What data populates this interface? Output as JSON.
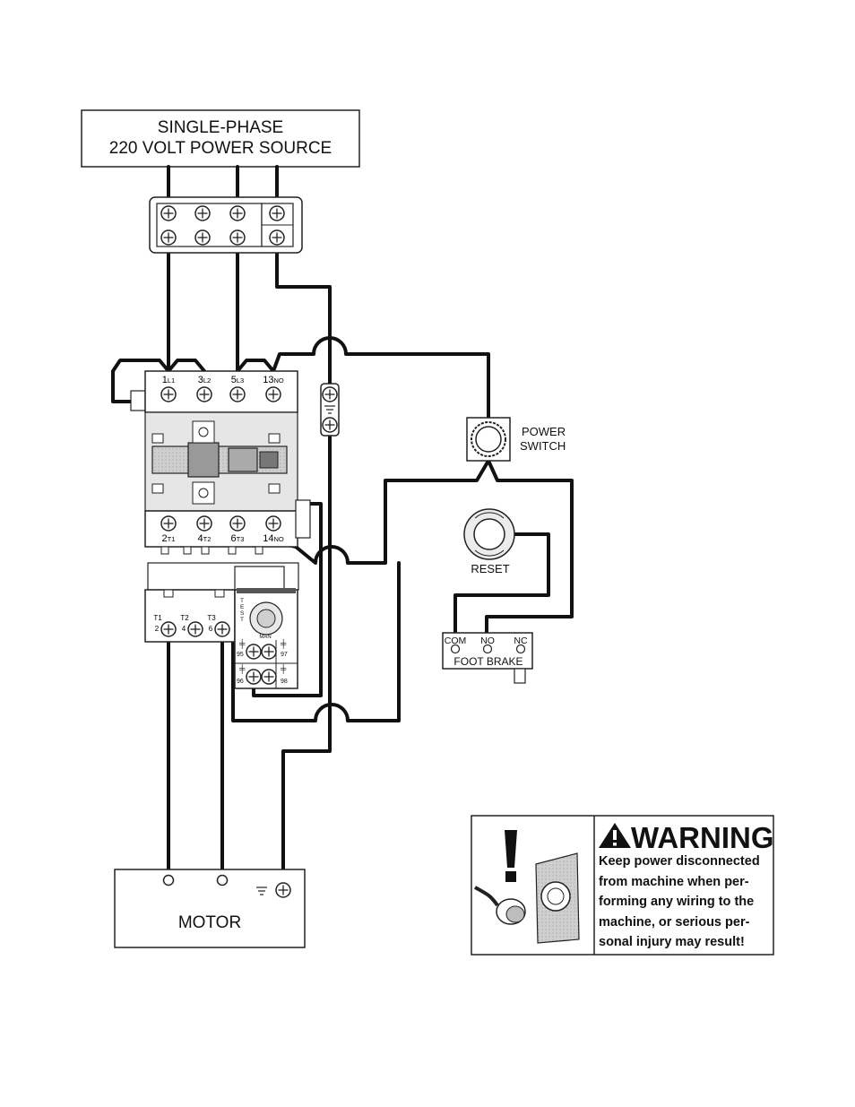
{
  "power_source": {
    "line1": "SINGLE-PHASE",
    "line2": "220 VOLT POWER SOURCE"
  },
  "contactor": {
    "top_terminals": [
      {
        "num": "1",
        "sub": "L1"
      },
      {
        "num": "3",
        "sub": "L2"
      },
      {
        "num": "5",
        "sub": "L3"
      },
      {
        "num": "13",
        "sub": "NO"
      }
    ],
    "bottom_terminals": [
      {
        "num": "2",
        "sub": "T1"
      },
      {
        "num": "4",
        "sub": "T2"
      },
      {
        "num": "6",
        "sub": "T3"
      },
      {
        "num": "14",
        "sub": "NO"
      }
    ]
  },
  "overload": {
    "terminals": [
      {
        "top": "T1",
        "bottom": "2"
      },
      {
        "top": "T2",
        "bottom": "4"
      },
      {
        "top": "T3",
        "bottom": "6"
      }
    ],
    "test_label": "TEST",
    "man_label": "MAN",
    "aux": [
      "95",
      "97",
      "96",
      "98"
    ]
  },
  "power_switch": {
    "line1": "POWER",
    "line2": "SWITCH"
  },
  "reset": {
    "label": "RESET"
  },
  "foot_brake": {
    "label": "FOOT BRAKE",
    "contacts": [
      "COM",
      "NO",
      "NC"
    ]
  },
  "motor": {
    "label": "MOTOR"
  },
  "warning": {
    "title": "WARNING",
    "lines": [
      "Keep power disconnected",
      "from machine when per-",
      "forming any wiring to the",
      "machine, or serious per-",
      "sonal injury may result!"
    ]
  }
}
